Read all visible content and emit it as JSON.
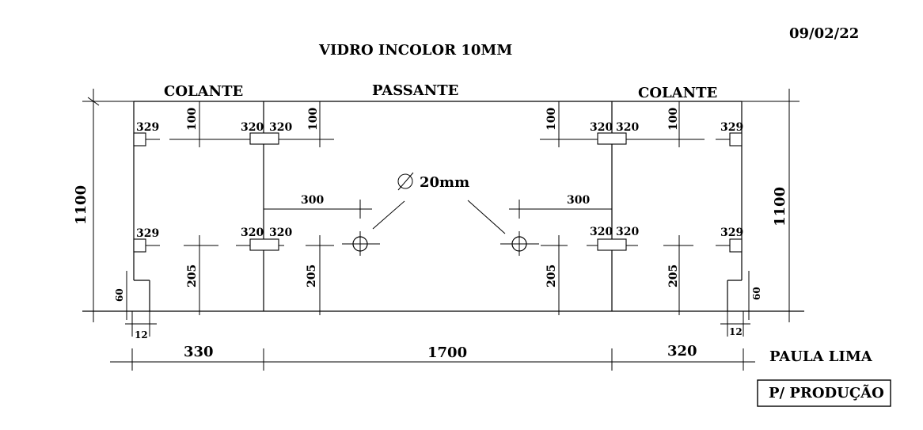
{
  "header": {
    "date": "09/02/22",
    "title": "VIDRO INCOLOR 10MM"
  },
  "sections": {
    "left": "COLANTE",
    "middle": "PASSANTE",
    "right": "COLANTE"
  },
  "dimensions": {
    "height_left": "1100",
    "height_right": "1100",
    "hole_diameter": "20mm",
    "widths": [
      "330",
      "1700",
      "320"
    ],
    "notch_height_left": "60",
    "notch_height_right": "60",
    "notch_width_left": "12",
    "notch_width_right": "12",
    "vertical_100": [
      "100",
      "100",
      "100",
      "100"
    ],
    "vertical_205": [
      "205",
      "205",
      "205",
      "205"
    ],
    "hole_offset_left": "300",
    "hole_offset_right": "300",
    "hinge_top": {
      "left_329": "329",
      "left_pair": [
        "320",
        "320"
      ],
      "right_pair": [
        "320",
        "320"
      ],
      "right_329": "329"
    },
    "hinge_bottom": {
      "left_329": "329",
      "left_pair": [
        "320",
        "320"
      ],
      "right_pair": [
        "320",
        "320"
      ],
      "right_329": "329"
    }
  },
  "footer": {
    "author": "PAULA LIMA",
    "stamp": "P/ PRODUÇÃO"
  }
}
